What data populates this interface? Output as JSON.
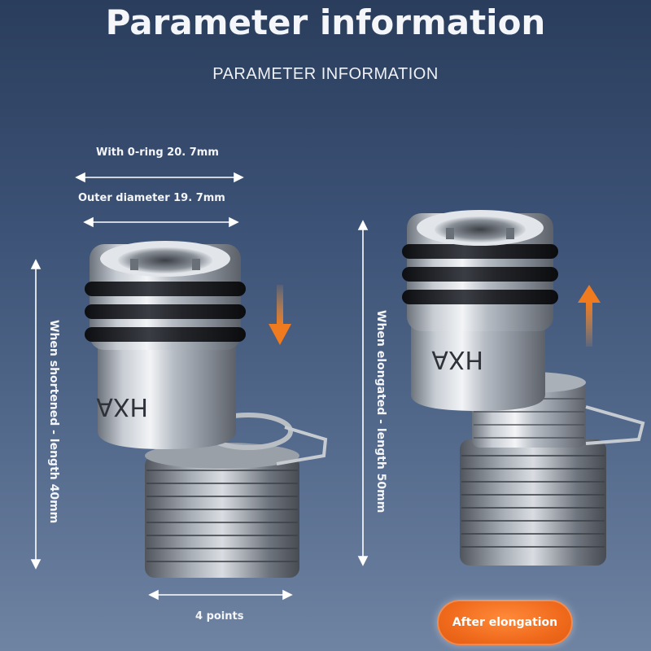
{
  "header": {
    "title": "Parameter information",
    "subtitle": "PARAMETER INFORMATION"
  },
  "dimensions": {
    "with_oring": "With 0-ring 20. 7mm",
    "outer_diameter": "Outer diameter 19. 7mm",
    "shortened": "When shortened - length 40mm",
    "elongated": "When elongated - length 50mm",
    "points": "4 points"
  },
  "product": {
    "engraving": "HXA"
  },
  "badge": {
    "label": "After elongation"
  },
  "colors": {
    "accent_orange": "#f06a1c",
    "steel": "#c9ced6",
    "oring": "#1b1d22"
  },
  "icons": {
    "down_arrow": "orange-down-arrow-icon",
    "up_arrow": "orange-up-arrow-icon"
  }
}
